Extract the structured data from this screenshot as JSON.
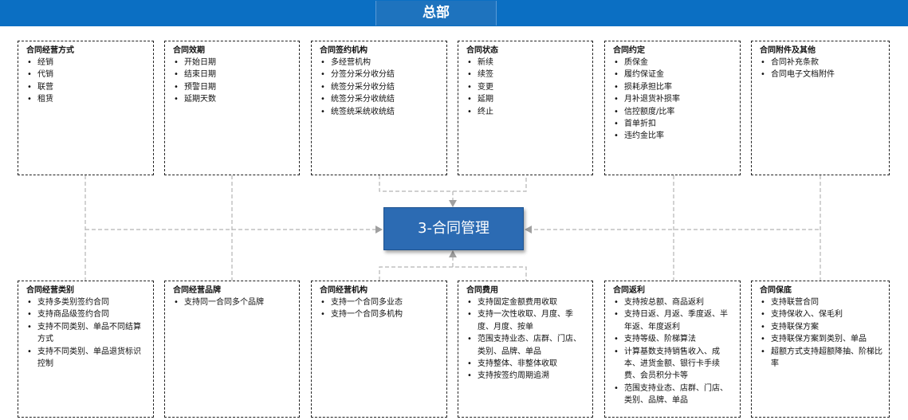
{
  "header": {
    "title": "总部"
  },
  "center": {
    "label": "3-合同管理"
  },
  "top_boxes": [
    {
      "title": "合同经营方式",
      "items": [
        "经销",
        "代销",
        "联营",
        "租赁"
      ]
    },
    {
      "title": "合同效期",
      "items": [
        "开始日期",
        "结束日期",
        "预警日期",
        "延期天数"
      ]
    },
    {
      "title": "合同签约机构",
      "items": [
        "多经营机构",
        "分签分采分收分结",
        "统签分采分收分结",
        "统签分采分收统结",
        "统签统采统收统结"
      ]
    },
    {
      "title": "合同状态",
      "items": [
        "新续",
        "续签",
        "变更",
        "延期",
        "终止"
      ]
    },
    {
      "title": "合同约定",
      "items": [
        "质保金",
        "履约保证金",
        "损耗承担比率",
        "月补退货补损率",
        "信控额度/比率",
        "首单折扣",
        "违约金比率"
      ]
    },
    {
      "title": "合同附件及其他",
      "items": [
        "合同补充条款",
        "合同电子文档附件"
      ]
    }
  ],
  "bottom_boxes": [
    {
      "title": "合同经营类别",
      "items": [
        "支持多类别签约合同",
        "支持商品级签约合同",
        "支持不同类别、单品不同结算方式",
        "支持不同类别、单品退货标识控制"
      ]
    },
    {
      "title": "合同经营品牌",
      "items": [
        "支持同一合同多个品牌"
      ]
    },
    {
      "title": "合同经营机构",
      "items": [
        "支持一个合同多业态",
        "支持一个合同多机构"
      ]
    },
    {
      "title": "合同费用",
      "items": [
        "支持固定金额费用收取",
        "支持一次性收取、月度、季度、月度、按单",
        "范围支持业态、店群、门店、类别、品牌、单品",
        "支持整体、非整体收取",
        "支持按签约周期追溯"
      ]
    },
    {
      "title": "合同返利",
      "items": [
        "支持按总额、商品返利",
        "支持日返、月返、季度返、半年返、年度返利",
        "支持等级、阶梯算法",
        "计算基数支持销售收入、成本、进货金额、银行卡手续费、会员积分卡等",
        "范围支持业态、店群、门店、类别、品牌、单品"
      ]
    },
    {
      "title": "合同保底",
      "items": [
        "支持联营合同",
        "支持保收入、保毛利",
        "支持联保方案",
        "支持联保方案到类别、单品",
        "超额方式支持超额降抽、阶梯比率"
      ]
    }
  ]
}
